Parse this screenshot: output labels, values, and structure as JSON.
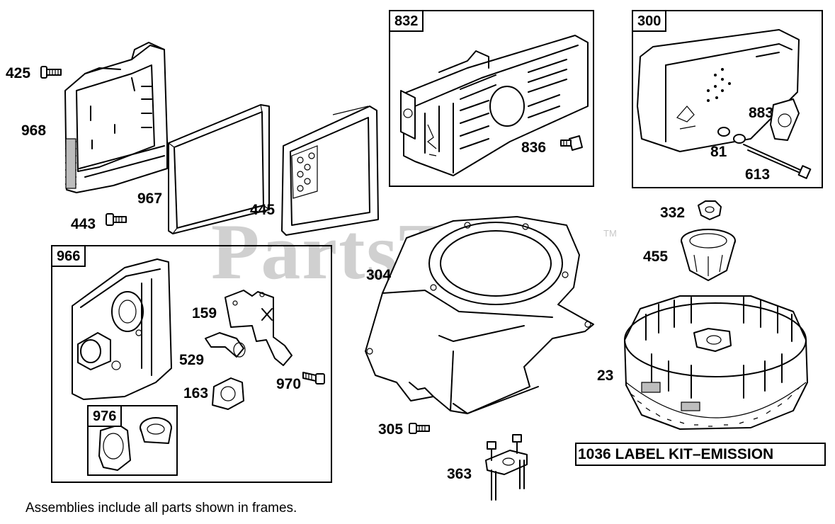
{
  "watermark": {
    "text": "PartsTree",
    "trademark": "TM"
  },
  "frames": {
    "f832": "832",
    "f300": "300",
    "f966": "966",
    "f976": "976"
  },
  "callouts": {
    "c425": "425",
    "c968": "968",
    "c967": "967",
    "c445": "445",
    "c443": "443",
    "c836": "836",
    "c883": "883",
    "c81": "81",
    "c613": "613",
    "c332": "332",
    "c455": "455",
    "c304": "304",
    "c159": "159",
    "c529": "529",
    "c970": "970",
    "c163": "163",
    "c23": "23",
    "c305": "305",
    "c363": "363"
  },
  "label_kit": "1036 LABEL KIT–EMISSION",
  "footnote": "Assemblies include all parts shown in frames."
}
